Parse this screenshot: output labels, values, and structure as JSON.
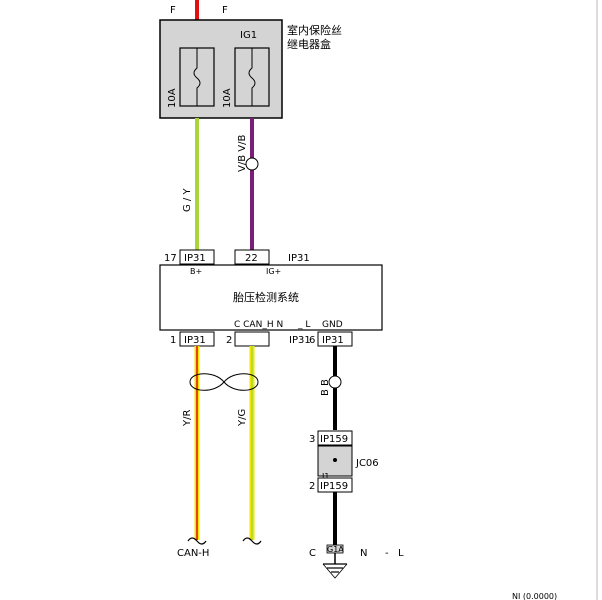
{
  "fuse_box": {
    "title_line1": "室内保险丝",
    "title_line2": "继电器盒",
    "top_label_left": "F",
    "top_label_right": "F",
    "fuse_left_rating": "10A",
    "fuse_right_rating": "10A",
    "fuse_right_name": "IG1"
  },
  "wires": {
    "left_color_label": "G / Y",
    "right_color_label": "V/B V/B",
    "can_h_label": "Y/R",
    "can_l_label": "Y/G",
    "ground_label": "B B",
    "colors": {
      "red": "#e01010",
      "green_yellow": "#a8d63a",
      "violet": "#7a1e7a",
      "yellow": "#f2e600",
      "black": "#000000"
    }
  },
  "module": {
    "name": "胎压检测系统",
    "connector_top": "IP31",
    "pin_bplus_num": "17",
    "pin_bplus_conn": "IP31",
    "pin_bplus_label": "B+",
    "pin_igplus_num": "22",
    "pin_igplus_label": "IG+",
    "pin_canh_label": "C CAN_H N",
    "pin_canl_label": "_ L",
    "pin_gnd_label": "GND",
    "pin_1_num": "1",
    "pin_1_conn": "IP31",
    "pin_2_num": "2",
    "pin_6_conn": "IP31",
    "pin_6_num": "6",
    "pin_6_conn2": "IP31"
  },
  "splice": {
    "name": "JC06",
    "top_pin": "3",
    "top_conn": "IP159",
    "bottom_pin": "2",
    "bottom_conn": "IP159",
    "inner_label": "J1"
  },
  "bottom": {
    "can_h": "CAN-H",
    "ground": "C G1A N - L",
    "ground_c": "C",
    "ground_code": "G1A",
    "ground_n": "N",
    "ground_dash": "-",
    "ground_l": "L",
    "footnote": "NI (0.0000)"
  }
}
